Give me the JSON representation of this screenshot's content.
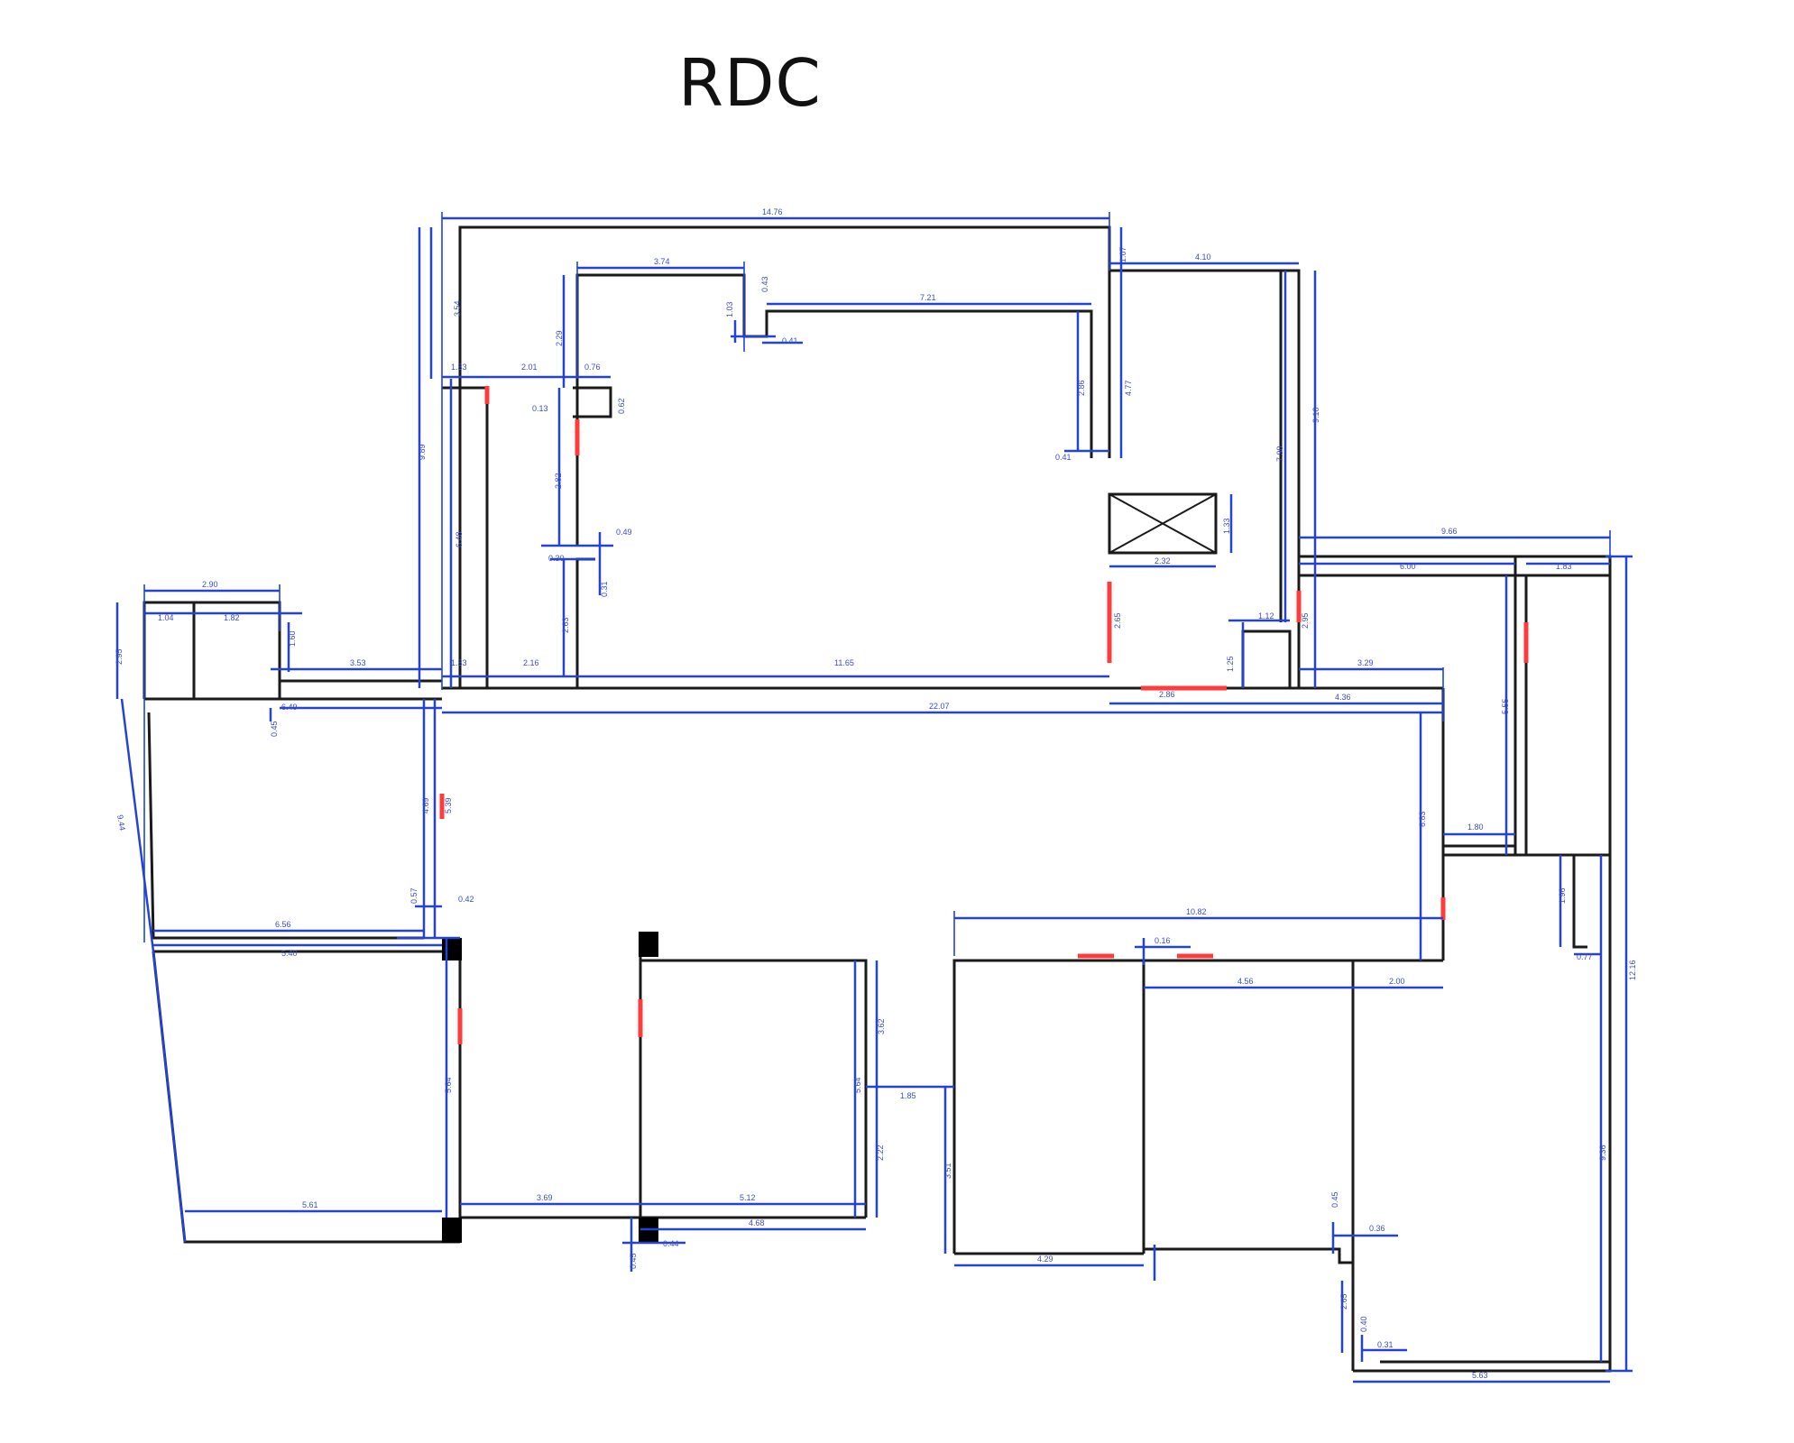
{
  "title": "RDC",
  "colors": {
    "wall": "#1a1a1a",
    "dimension": "#2343d8",
    "door": "#ff3b3b",
    "pillar": "#000000"
  },
  "dimensions": [
    "14.76",
    "3.74",
    "0.43",
    "7.21",
    "1.03",
    "0.41",
    "1.07",
    "4.10",
    "3.54",
    "2.29",
    "1.33",
    "2.01",
    "0.76",
    "0.13",
    "0.62",
    "2.86",
    "4.77",
    "9.10",
    "0.41",
    "9.89",
    "2.82",
    "7.90",
    "6.48",
    "0.49",
    "0.30",
    "0.31",
    "1.33",
    "2.32",
    "9.66",
    "6.00",
    "1.83",
    "2.90",
    "1.04",
    "1.82",
    "2.95",
    "1.60",
    "2.63",
    "2.65",
    "1.12",
    "2.95",
    "3.53",
    "1.25",
    "3.29",
    "1.33",
    "2.16",
    "11.65",
    "2.86",
    "4.36",
    "6.49",
    "22.07",
    "0.45",
    "5.55",
    "4.69",
    "5.39",
    "6.83",
    "9.44",
    "1.80",
    "0.57",
    "0.42",
    "1.96",
    "6.56",
    "10.82",
    "5.40",
    "0.16",
    "0.77",
    "4.56",
    "2.00",
    "12.16",
    "3.62",
    "5.64",
    "5.64",
    "1.85",
    "2.22",
    "3.51",
    "9.36",
    "3.69",
    "5.12",
    "0.45",
    "0.36",
    "5.61",
    "4.68",
    "0.44",
    "4.29",
    "0.45",
    "2.65",
    "0.40",
    "0.31",
    "5.63"
  ]
}
